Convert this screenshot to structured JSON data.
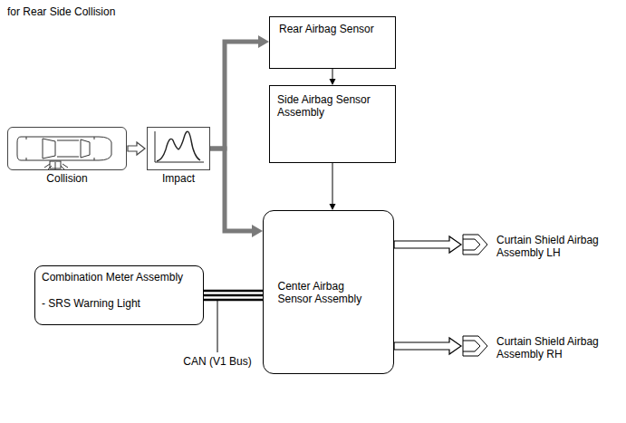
{
  "diagram": {
    "title": "for Rear Side Collision",
    "nodes": [
      {
        "text": [
          "Collision"
        ]
      },
      {
        "text": [
          "Impact"
        ]
      },
      {
        "text": [
          "Rear Airbag Sensor"
        ]
      },
      {
        "text": [
          "Side Airbag Sensor Assembly"
        ]
      },
      {
        "text": [
          "Center Airbag Sensor Assembly"
        ]
      },
      {
        "text": [
          "Combination Meter Assembly",
          "- SRS Warning Light"
        ]
      },
      {
        "text": [
          "Curtain Shield Airbag Assembly LH"
        ]
      },
      {
        "text": [
          "Curtain Shield Airbag Assembly RH"
        ]
      }
    ],
    "edges": [
      {
        "from": 0,
        "to": 1,
        "arrow": "to"
      },
      {
        "from": 1,
        "to": 2,
        "arrow": "to"
      },
      {
        "from": 1,
        "to": 4,
        "arrow": "to"
      },
      {
        "from": 2,
        "to": 3,
        "arrow": "to"
      },
      {
        "from": 3,
        "to": 4,
        "arrow": "to"
      },
      {
        "from": 5,
        "to": 4,
        "label": "CAN (V1 Bus)",
        "arrow": "none"
      },
      {
        "from": 4,
        "to": 6,
        "arrow": "to"
      },
      {
        "from": 4,
        "to": 7,
        "arrow": "to"
      }
    ]
  }
}
